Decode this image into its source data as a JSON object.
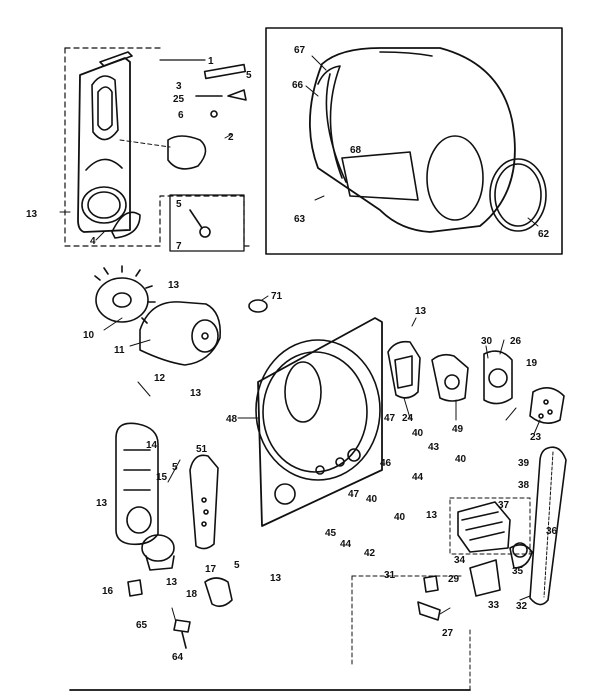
{
  "diagram": {
    "type": "exploded parts diagram",
    "colors": {
      "ink": "#111111",
      "paper": "#ffffff"
    },
    "callouts": [
      "1",
      "2",
      "3",
      "5",
      "25",
      "6",
      "13",
      "4",
      "5",
      "7",
      "67",
      "66",
      "68",
      "63",
      "62",
      "10",
      "13",
      "11",
      "71",
      "12",
      "13",
      "48",
      "13",
      "30",
      "26",
      "19",
      "24",
      "49",
      "23",
      "47",
      "40",
      "46",
      "43",
      "44",
      "40",
      "39",
      "14",
      "51",
      "15",
      "5",
      "13",
      "47",
      "40",
      "45",
      "44",
      "40",
      "42",
      "13",
      "38",
      "37",
      "36",
      "34",
      "35",
      "17",
      "5",
      "16",
      "13",
      "13",
      "18",
      "65",
      "64",
      "31",
      "29",
      "33",
      "32",
      "27"
    ]
  }
}
